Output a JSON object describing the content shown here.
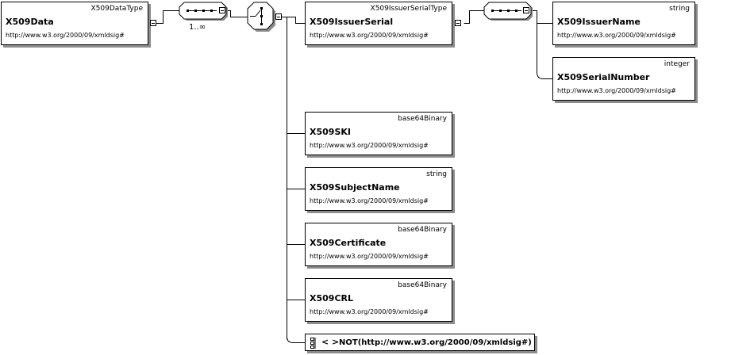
{
  "root": {
    "type": "X509DataType",
    "name": "X509Data",
    "namespace": "http://www.w3.org/2000/09/xmldsig#"
  },
  "root_sequence": {
    "occurrence": "1..∞"
  },
  "choice_children": [
    {
      "type": "X509IssuerSerialType",
      "name": "X509IssuerSerial",
      "namespace": "http://www.w3.org/2000/09/xmldsig#"
    },
    {
      "type": "base64Binary",
      "name": "X509SKI",
      "namespace": "http://www.w3.org/2000/09/xmldsig#"
    },
    {
      "type": "string",
      "name": "X509SubjectName",
      "namespace": "http://www.w3.org/2000/09/xmldsig#"
    },
    {
      "type": "base64Binary",
      "name": "X509Certificate",
      "namespace": "http://www.w3.org/2000/09/xmldsig#"
    },
    {
      "type": "base64Binary",
      "name": "X509CRL",
      "namespace": "http://www.w3.org/2000/09/xmldsig#"
    }
  ],
  "issuer_serial_children": [
    {
      "type": "string",
      "name": "X509IssuerName",
      "namespace": "http://www.w3.org/2000/09/xmldsig#"
    },
    {
      "type": "integer",
      "name": "X509SerialNumber",
      "namespace": "http://www.w3.org/2000/09/xmldsig#"
    }
  ],
  "any_element": {
    "angles": "< >",
    "label": "NOT(http://www.w3.org/2000/09/xmldsig#)"
  }
}
